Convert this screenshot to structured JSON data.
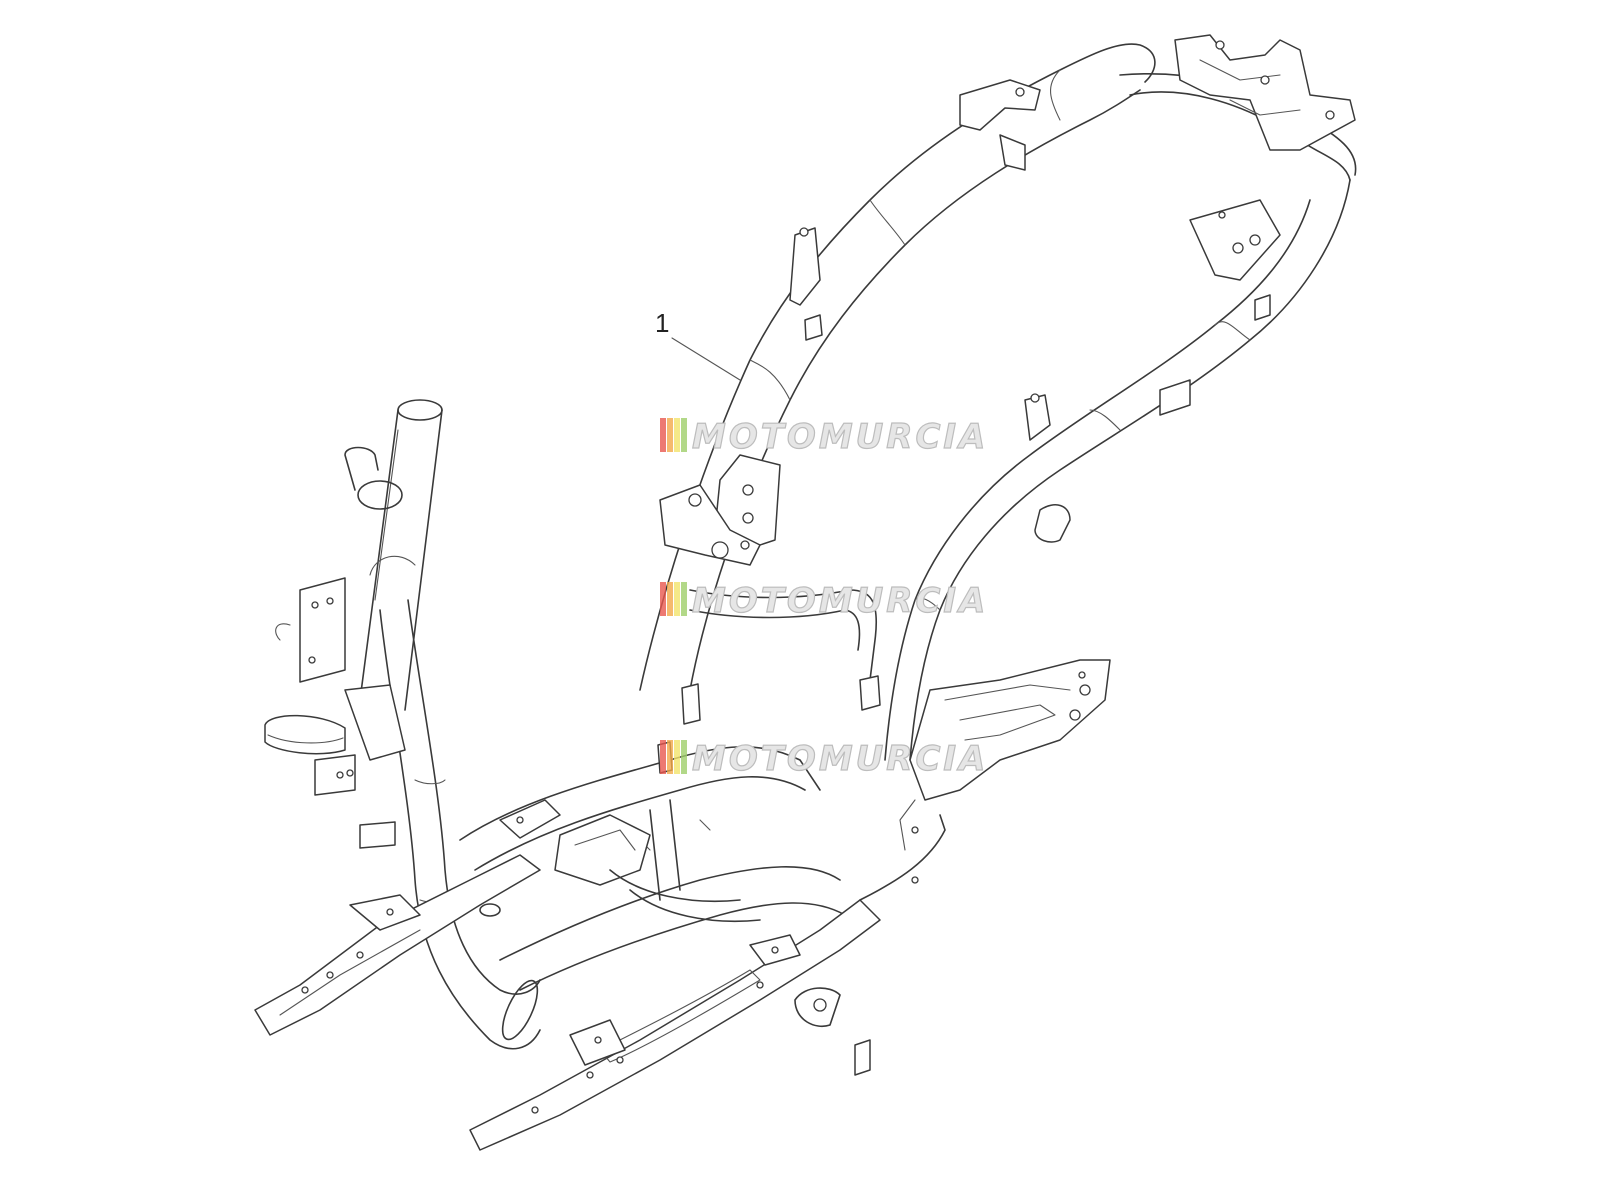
{
  "diagram": {
    "part_callouts": [
      {
        "number": "1"
      }
    ],
    "watermark": {
      "text": "MOTOMURCIA",
      "stripe_colors": [
        "#e8584f",
        "#f2a94a",
        "#f3e36b",
        "#9fce6a"
      ],
      "copies": 3
    },
    "colors": {
      "line": "#3a3a3a",
      "background": "#ffffff",
      "watermark_text": "#e6e6e6"
    }
  }
}
